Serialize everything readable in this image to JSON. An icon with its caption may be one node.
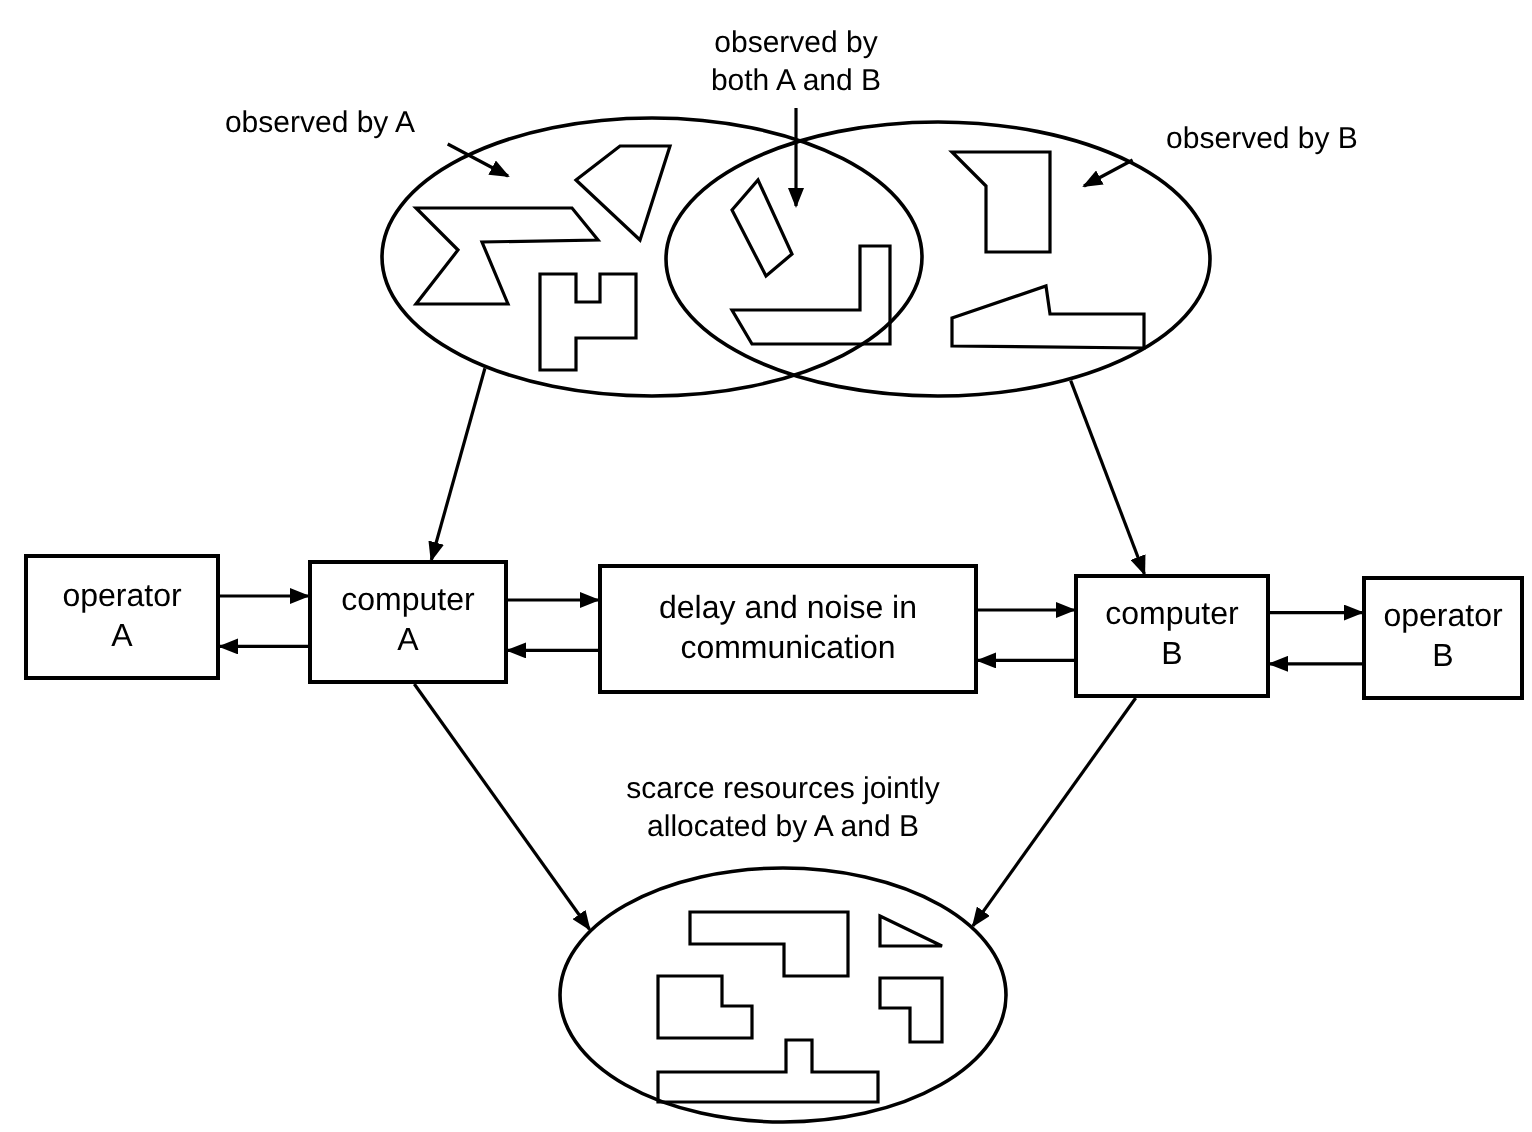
{
  "diagram": {
    "nodes": [
      {
        "text": [
          "observed by A"
        ]
      },
      {
        "text": [
          "observed by both A and B"
        ]
      },
      {
        "text": [
          "observed by B"
        ]
      },
      {
        "text": [],
        "shape": "ellipse"
      },
      {
        "text": [],
        "shape": "ellipse"
      },
      {
        "text": [
          "operator A"
        ]
      },
      {
        "text": [
          "computer A"
        ]
      },
      {
        "text": [
          "delay and noise in communication"
        ]
      },
      {
        "text": [
          "computer B"
        ]
      },
      {
        "text": [
          "operator B"
        ]
      },
      {
        "text": [
          "scarce resources jointly allocated by A and B"
        ]
      }
    ],
    "edges": [
      {
        "from": 0,
        "to": 3,
        "arrow": "to"
      },
      {
        "from": 1,
        "to": 4,
        "arrow": "to"
      },
      {
        "from": 2,
        "to": 4,
        "arrow": "to"
      },
      {
        "from": 3,
        "to": 6,
        "arrow": "to"
      },
      {
        "from": 4,
        "to": 8,
        "arrow": "to"
      },
      {
        "from": 5,
        "to": 6,
        "arrow": "to"
      },
      {
        "from": 6,
        "to": 5,
        "arrow": "to"
      },
      {
        "from": 6,
        "to": 7,
        "arrow": "to"
      },
      {
        "from": 7,
        "to": 6,
        "arrow": "to"
      },
      {
        "from": 7,
        "to": 8,
        "arrow": "to"
      },
      {
        "from": 8,
        "to": 7,
        "arrow": "to"
      },
      {
        "from": 8,
        "to": 9,
        "arrow": "to"
      },
      {
        "from": 9,
        "to": 8,
        "arrow": "to"
      },
      {
        "from": 6,
        "to": 10,
        "arrow": "to"
      },
      {
        "from": 8,
        "to": 10,
        "arrow": "to"
      }
    ]
  }
}
